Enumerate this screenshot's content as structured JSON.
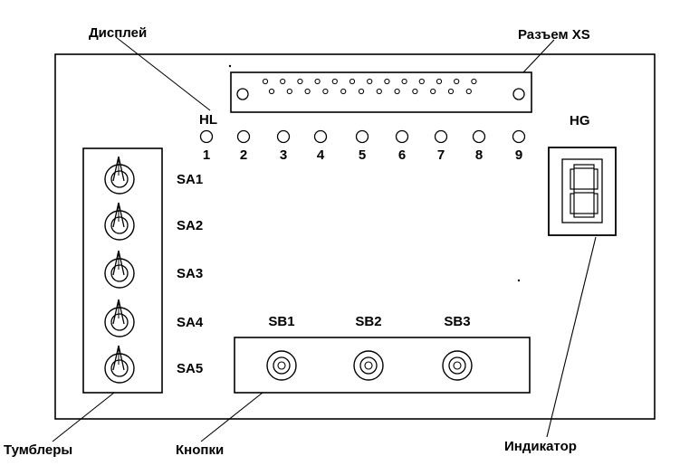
{
  "callouts": {
    "display": "Дисплей",
    "connector": "Разъем XS",
    "toggles": "Тумблеры",
    "buttons": "Кнопки",
    "indicator": "Индикатор"
  },
  "leds": {
    "label": "HL",
    "numbers": [
      "1",
      "2",
      "3",
      "4",
      "5",
      "6",
      "7",
      "8",
      "9"
    ]
  },
  "indicator": {
    "label": "HG"
  },
  "switches": [
    "SA1",
    "SA2",
    "SA3",
    "SA4",
    "SA5"
  ],
  "buttons": [
    "SB1",
    "SB2",
    "SB3"
  ],
  "connector": {
    "top_pins": 13,
    "bottom_pins": 12
  }
}
